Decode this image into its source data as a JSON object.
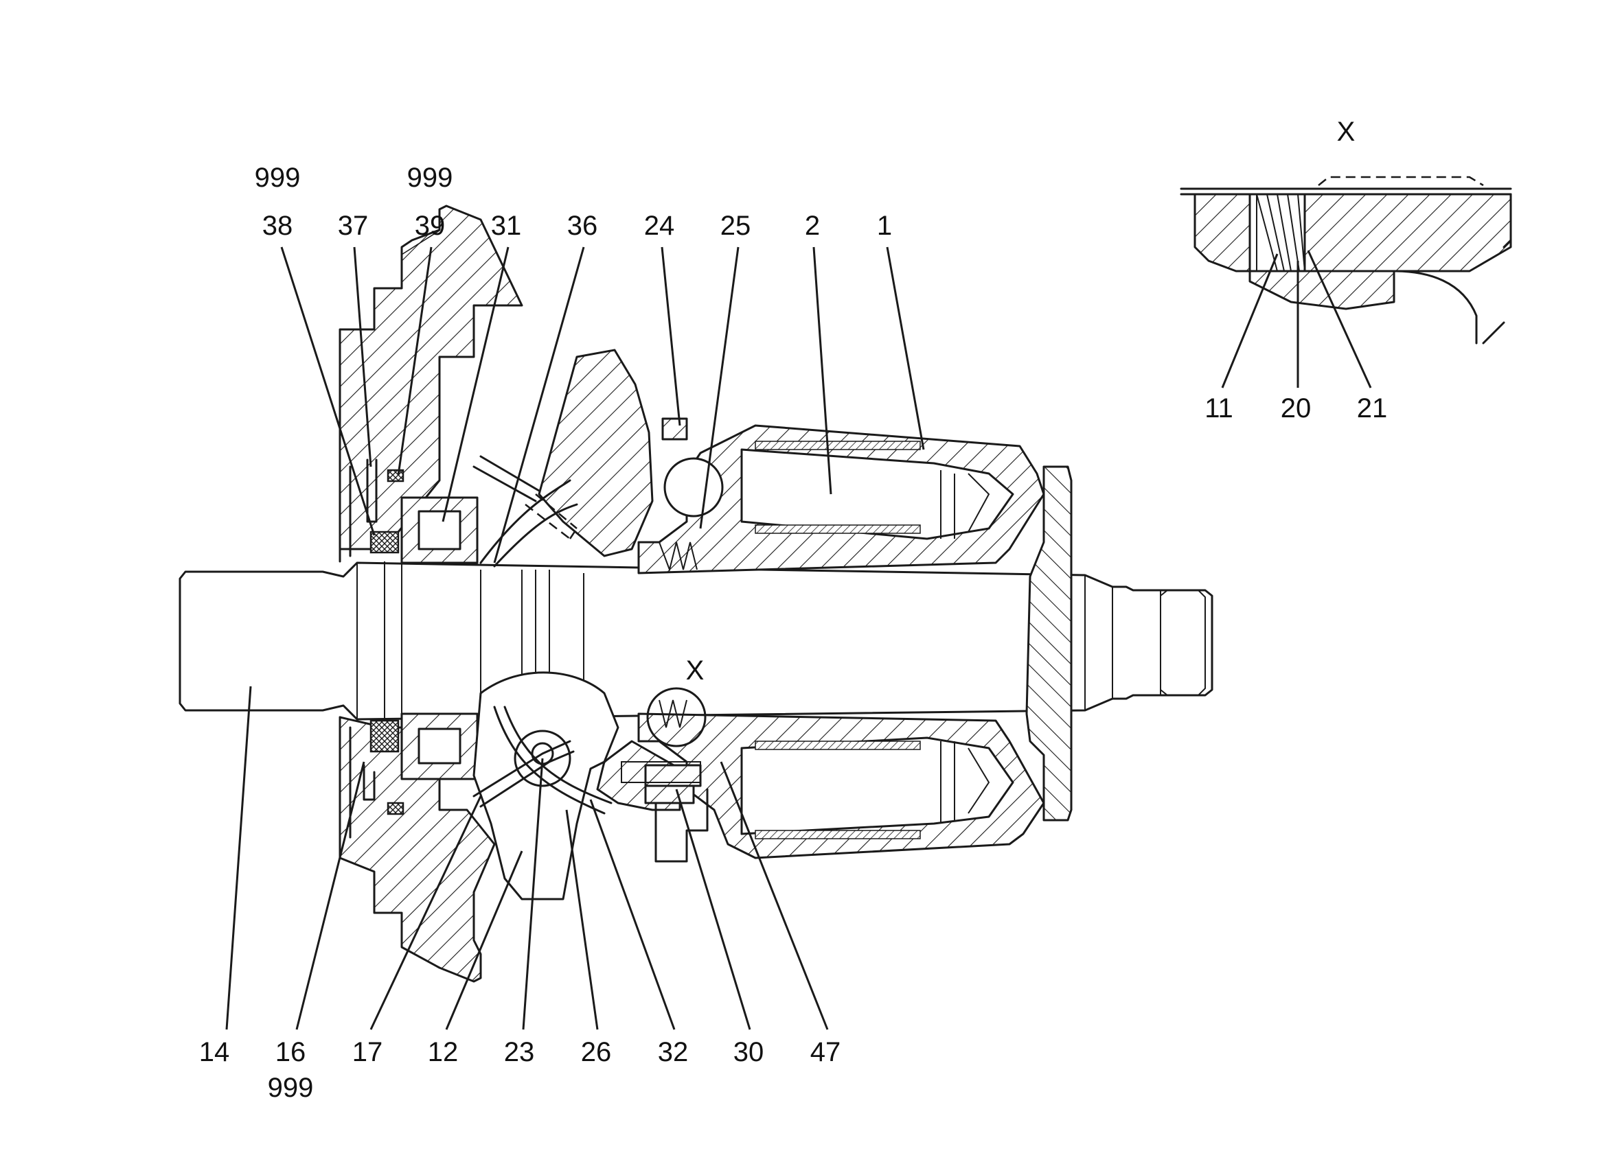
{
  "labels": {
    "top": [
      "999",
      "38",
      "37",
      "999",
      "39",
      "31",
      "36",
      "24",
      "25",
      "2",
      "1"
    ],
    "detail_title": "X",
    "detail": [
      "11",
      "20",
      "21"
    ],
    "circle_marker": "X",
    "bottom": [
      "14",
      "16",
      "999",
      "17",
      "12",
      "23",
      "26",
      "32",
      "30",
      "47"
    ]
  }
}
